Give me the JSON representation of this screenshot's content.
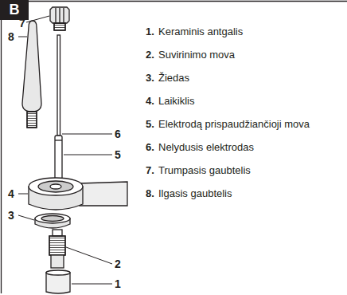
{
  "diagram": {
    "nodes": [
      {
        "text": [
          "B"
        ]
      }
    ],
    "labels": [
      "7",
      "8",
      "6",
      "5",
      "4",
      "3",
      "2",
      "1",
      "1.",
      "Keraminis antgalis",
      "2.",
      "Suvirinimo mova",
      "3.",
      "Žiedas",
      "4.",
      "Laikiklis",
      "5.",
      "Elektrodą prispaudžiančioji mova",
      "6.",
      "Nelydusis elektrodas",
      "7.",
      "Trumpasis gaubtelis",
      "8.",
      "Ilgasis gaubtelis"
    ]
  }
}
